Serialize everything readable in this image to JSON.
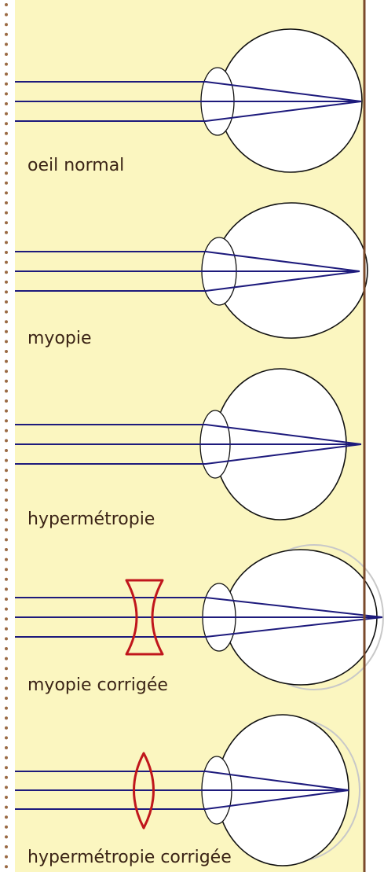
{
  "diagram": {
    "colors": {
      "background": "#fbf6c0",
      "border": "#7a4a2c",
      "binding_dots": "#9a6a44",
      "rays": "#1d1a7c",
      "eye_outline": "#111111",
      "correcting_lens": "#c0161c",
      "normal_eye_ghost": "#c8c8c8"
    },
    "panels": [
      {
        "id": "normal",
        "label": "oeil normal"
      },
      {
        "id": "myopia",
        "label": "myopie"
      },
      {
        "id": "hyperopia",
        "label": "hypermétropie"
      },
      {
        "id": "myopia-corrected",
        "label": "myopie corrigée",
        "lens": "divergent"
      },
      {
        "id": "hyperopia-corrected",
        "label": "hypermétropie corrigée",
        "lens": "convergent"
      }
    ]
  }
}
